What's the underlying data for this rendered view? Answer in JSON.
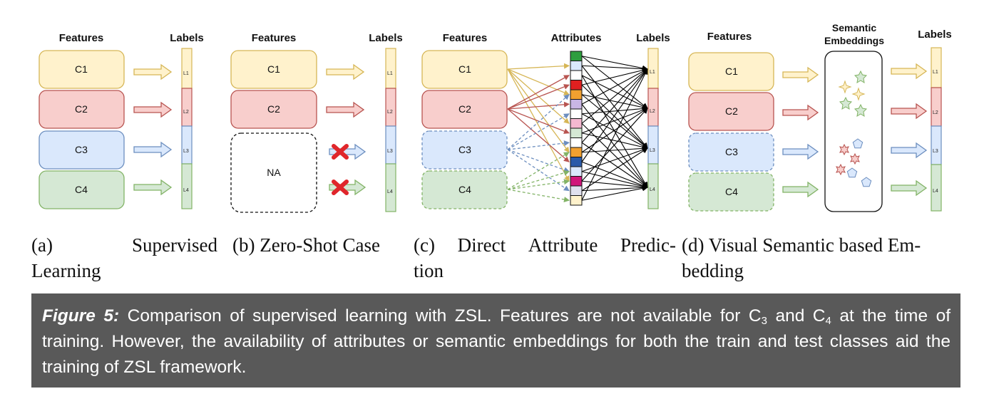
{
  "panels": [
    {
      "features_header": "Features",
      "labels_header": "Labels",
      "classes": [
        "C1",
        "C2",
        "C3",
        "C4"
      ],
      "na_label": "",
      "label_subs": [
        "L1",
        "L2",
        "L3",
        "L4"
      ]
    },
    {
      "features_header": "Features",
      "labels_header": "Labels",
      "classes": [
        "C1",
        "C2"
      ],
      "na_label": "NA",
      "label_subs": [
        "L1",
        "L2",
        "L3",
        "L4"
      ]
    },
    {
      "features_header": "Features",
      "attributes_header": "Attributes",
      "labels_header": "Labels",
      "classes": [
        "C1",
        "C2",
        "C3",
        "C4"
      ],
      "label_subs": [
        "L1",
        "L2",
        "L3",
        "L4"
      ]
    },
    {
      "features_header": "Features",
      "semantic_header_line1": "Semantic",
      "semantic_header_line2": "Embeddings",
      "labels_header": "Labels",
      "classes": [
        "C1",
        "C2",
        "C3",
        "C4"
      ],
      "label_subs": [
        "L1",
        "L2",
        "L3",
        "L4"
      ]
    }
  ],
  "subcaptions": [
    {
      "line1_a": "(a)",
      "line1_b": "Supervised",
      "line2": "Learning"
    },
    {
      "line1_a": "(b) Zero-Shot Case",
      "line1_b": "",
      "line2": ""
    },
    {
      "line1_a": "(c)",
      "line1_b": "Direct",
      "line1_c": "Attribute",
      "line1_d": "Predic-",
      "line2": "tion"
    },
    {
      "line1_a": "(d) Visual Semantic based Em-",
      "line1_b": "",
      "line2": "bedding"
    }
  ],
  "caption": {
    "label": "Figure 5:",
    "part1": " Comparison of supervised learning with ZSL. Features are not available for C",
    "sub1": "3",
    "part2": " and C",
    "sub2": "4",
    "part3": " at the time of training. However, the availability of attributes or semantic embeddings for both the train and test classes aid the training of ZSL framework."
  },
  "colors": {
    "yellow_fill": "#fff2cc",
    "yellow_stroke": "#d6b656",
    "red_fill": "#f8cecc",
    "red_stroke": "#b85450",
    "blue_fill": "#dae8fc",
    "blue_stroke": "#6c8ebf",
    "green_fill": "#d5e8d4",
    "green_stroke": "#82b366",
    "caption_bg": "#595959",
    "cross": "#e0262b"
  },
  "attribute_colors": [
    "#2e9e3e",
    "#dae8fc",
    "#ffffff",
    "#e02020",
    "#f0a030",
    "#c9b6e4",
    "#ffffff",
    "#f4b8d0",
    "#d5e8d4",
    "#ffffff",
    "#f0a030",
    "#2a5aa8",
    "#dae8fc",
    "#d0157a",
    "#e0e0ee",
    "#fff2cc"
  ]
}
